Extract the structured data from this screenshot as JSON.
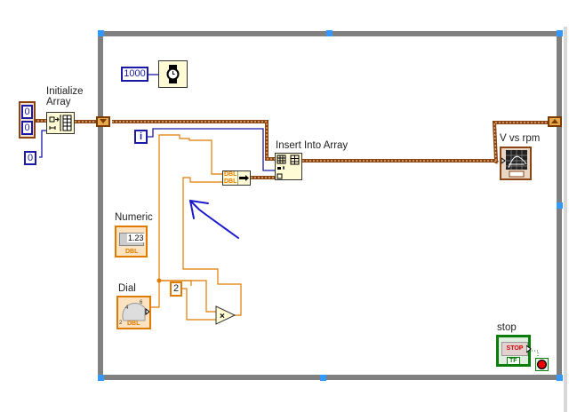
{
  "diagram": {
    "type": "LabVIEW block diagram",
    "structure": "While Loop",
    "colors": {
      "loop_frame": "#808080",
      "selection_handle": "#3399ff",
      "integer_wire": "#1a1aa6",
      "double_wire": "#e07b00",
      "array_cluster_wire": "#8b4513",
      "boolean_wire": "#0b7d0b",
      "annotation_arrow": "#1a1acc"
    }
  },
  "nodes": {
    "init_dims_array": {
      "values": [
        "0",
        "0"
      ]
    },
    "init_size_const": {
      "value": "0"
    },
    "initialize_array": {
      "label": "Initialize Array",
      "icon": "initialize-array-icon"
    },
    "wait_ms_const": {
      "value": "1000"
    },
    "wait_ms": {
      "icon": "wait-ms-watch-icon"
    },
    "iteration_terminal": {
      "label": "i"
    },
    "build_array": {
      "inputs": [
        "DBL",
        "DBL"
      ],
      "icon": "build-array-icon"
    },
    "insert_into_array": {
      "label": "Insert Into Array",
      "icon": "insert-into-array-icon"
    },
    "xy_graph": {
      "label": "V vs rpm",
      "icon": "xy-graph-icon",
      "type_tag": ""
    },
    "numeric": {
      "label": "Numeric",
      "display": "1.23",
      "type_tag": "DBL"
    },
    "dial": {
      "label": "Dial",
      "type_tag": "DBL",
      "scale": [
        "2",
        "4",
        "6"
      ]
    },
    "const_two": {
      "value": "2"
    },
    "multiply": {
      "symbol": "×"
    },
    "stop": {
      "label": "stop",
      "button_text": "STOP",
      "type_tag": "TF"
    },
    "loop_condition": {
      "icon": "stop-if-true-icon"
    }
  }
}
